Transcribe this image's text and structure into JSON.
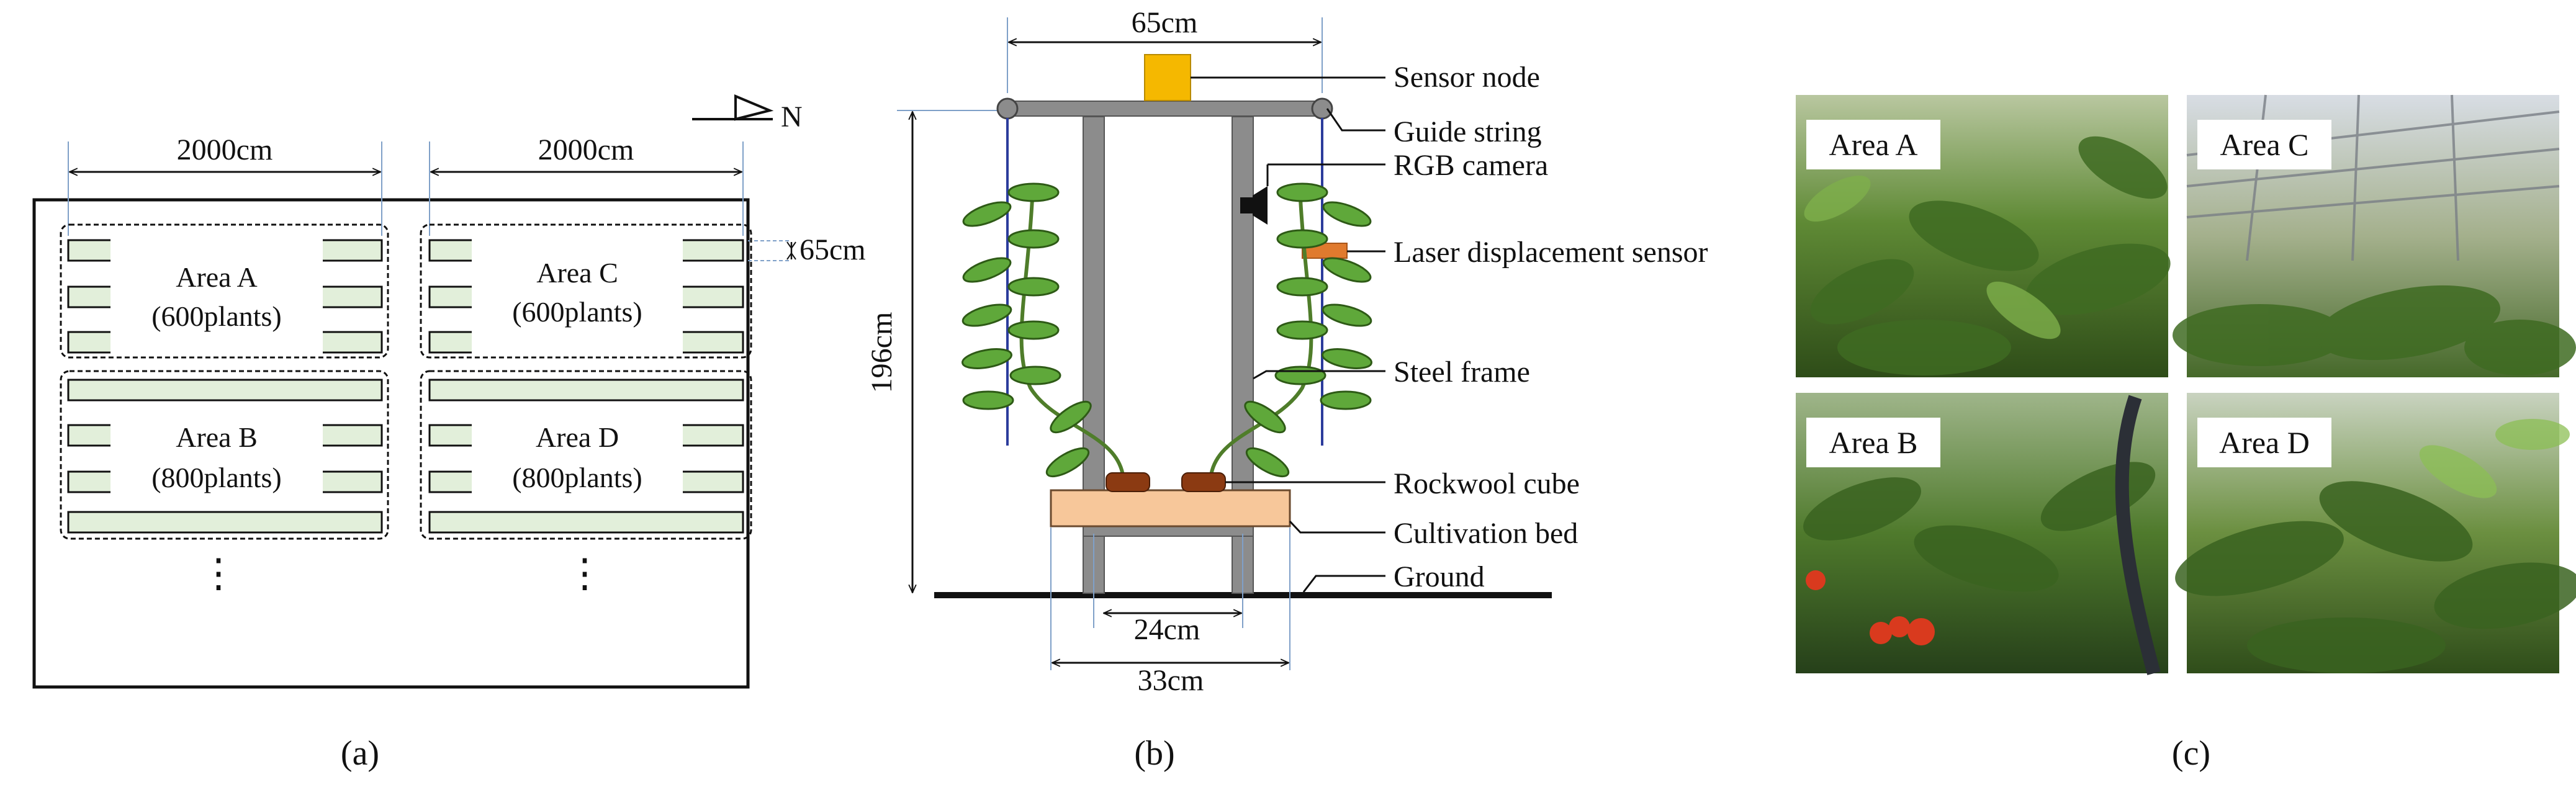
{
  "panel_a": {
    "caption": "(a)",
    "width_left": "2000cm",
    "width_right": "2000cm",
    "row_gap": "65cm",
    "north": "N",
    "ellipsis": "⋮",
    "areas": [
      {
        "name": "Area A",
        "plants": "(600plants)"
      },
      {
        "name": "Area B",
        "plants": "(800plants)"
      },
      {
        "name": "Area C",
        "plants": "(600plants)"
      },
      {
        "name": "Area D",
        "plants": "(800plants)"
      }
    ]
  },
  "panel_b": {
    "caption": "(b)",
    "top_width": "65cm",
    "height": "196cm",
    "inner_width": "24cm",
    "outer_width": "33cm",
    "labels": {
      "sensor_node": "Sensor node",
      "guide_string": "Guide string",
      "rgb_camera": "RGB camera",
      "laser_sensor": "Laser displacement sensor",
      "steel_frame": "Steel frame",
      "rockwool_cube": "Rockwool cube",
      "cultivation_bed": "Cultivation bed",
      "ground": "Ground"
    },
    "colors": {
      "frame": "#8c8c8c",
      "sensor_node": "#f5b800",
      "laser": "#e07a2e",
      "leaf": "#5fa83a",
      "stem": "#4f7d2a",
      "bed": "#f7c79a",
      "rockwool": "#8b3a12",
      "string": "#2c3c9c"
    }
  },
  "panel_c": {
    "caption": "(c)",
    "photos": [
      {
        "label": "Area A",
        "icon": "greenhouse-plant-photo"
      },
      {
        "label": "Area C",
        "icon": "greenhouse-roof-photo"
      },
      {
        "label": "Area B",
        "icon": "tomato-fruit-photo"
      },
      {
        "label": "Area D",
        "icon": "greenhouse-plant-photo"
      }
    ]
  }
}
